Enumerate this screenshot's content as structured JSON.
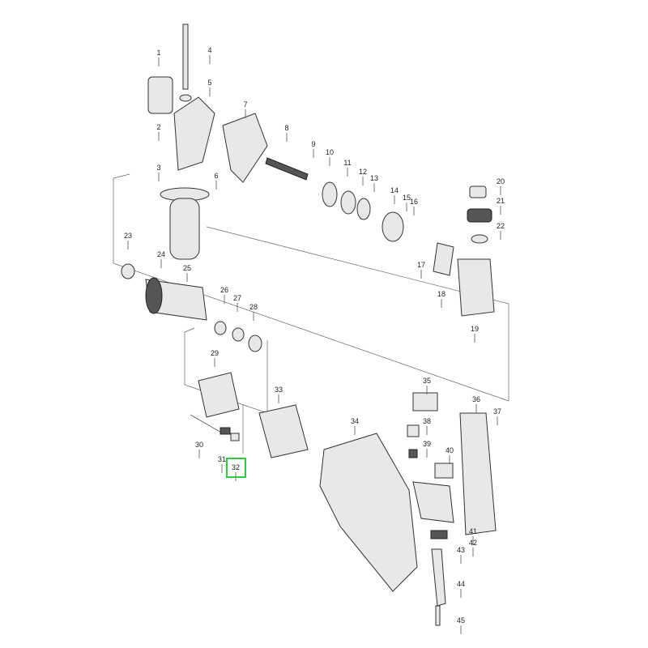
{
  "diagram": {
    "part_numbers": [
      "1",
      "2",
      "3",
      "4",
      "5",
      "6",
      "7",
      "8",
      "9",
      "10",
      "11",
      "12",
      "13",
      "14",
      "15",
      "16",
      "17",
      "18",
      "19",
      "20",
      "21",
      "22",
      "23",
      "24",
      "25",
      "26",
      "27",
      "28",
      "29",
      "30",
      "31",
      "32",
      "33",
      "34",
      "35",
      "36",
      "37",
      "38",
      "39",
      "40",
      "41",
      "42",
      "43",
      "44",
      "45"
    ],
    "highlighted_part": "32",
    "highlight_color": "#2ecc40"
  }
}
